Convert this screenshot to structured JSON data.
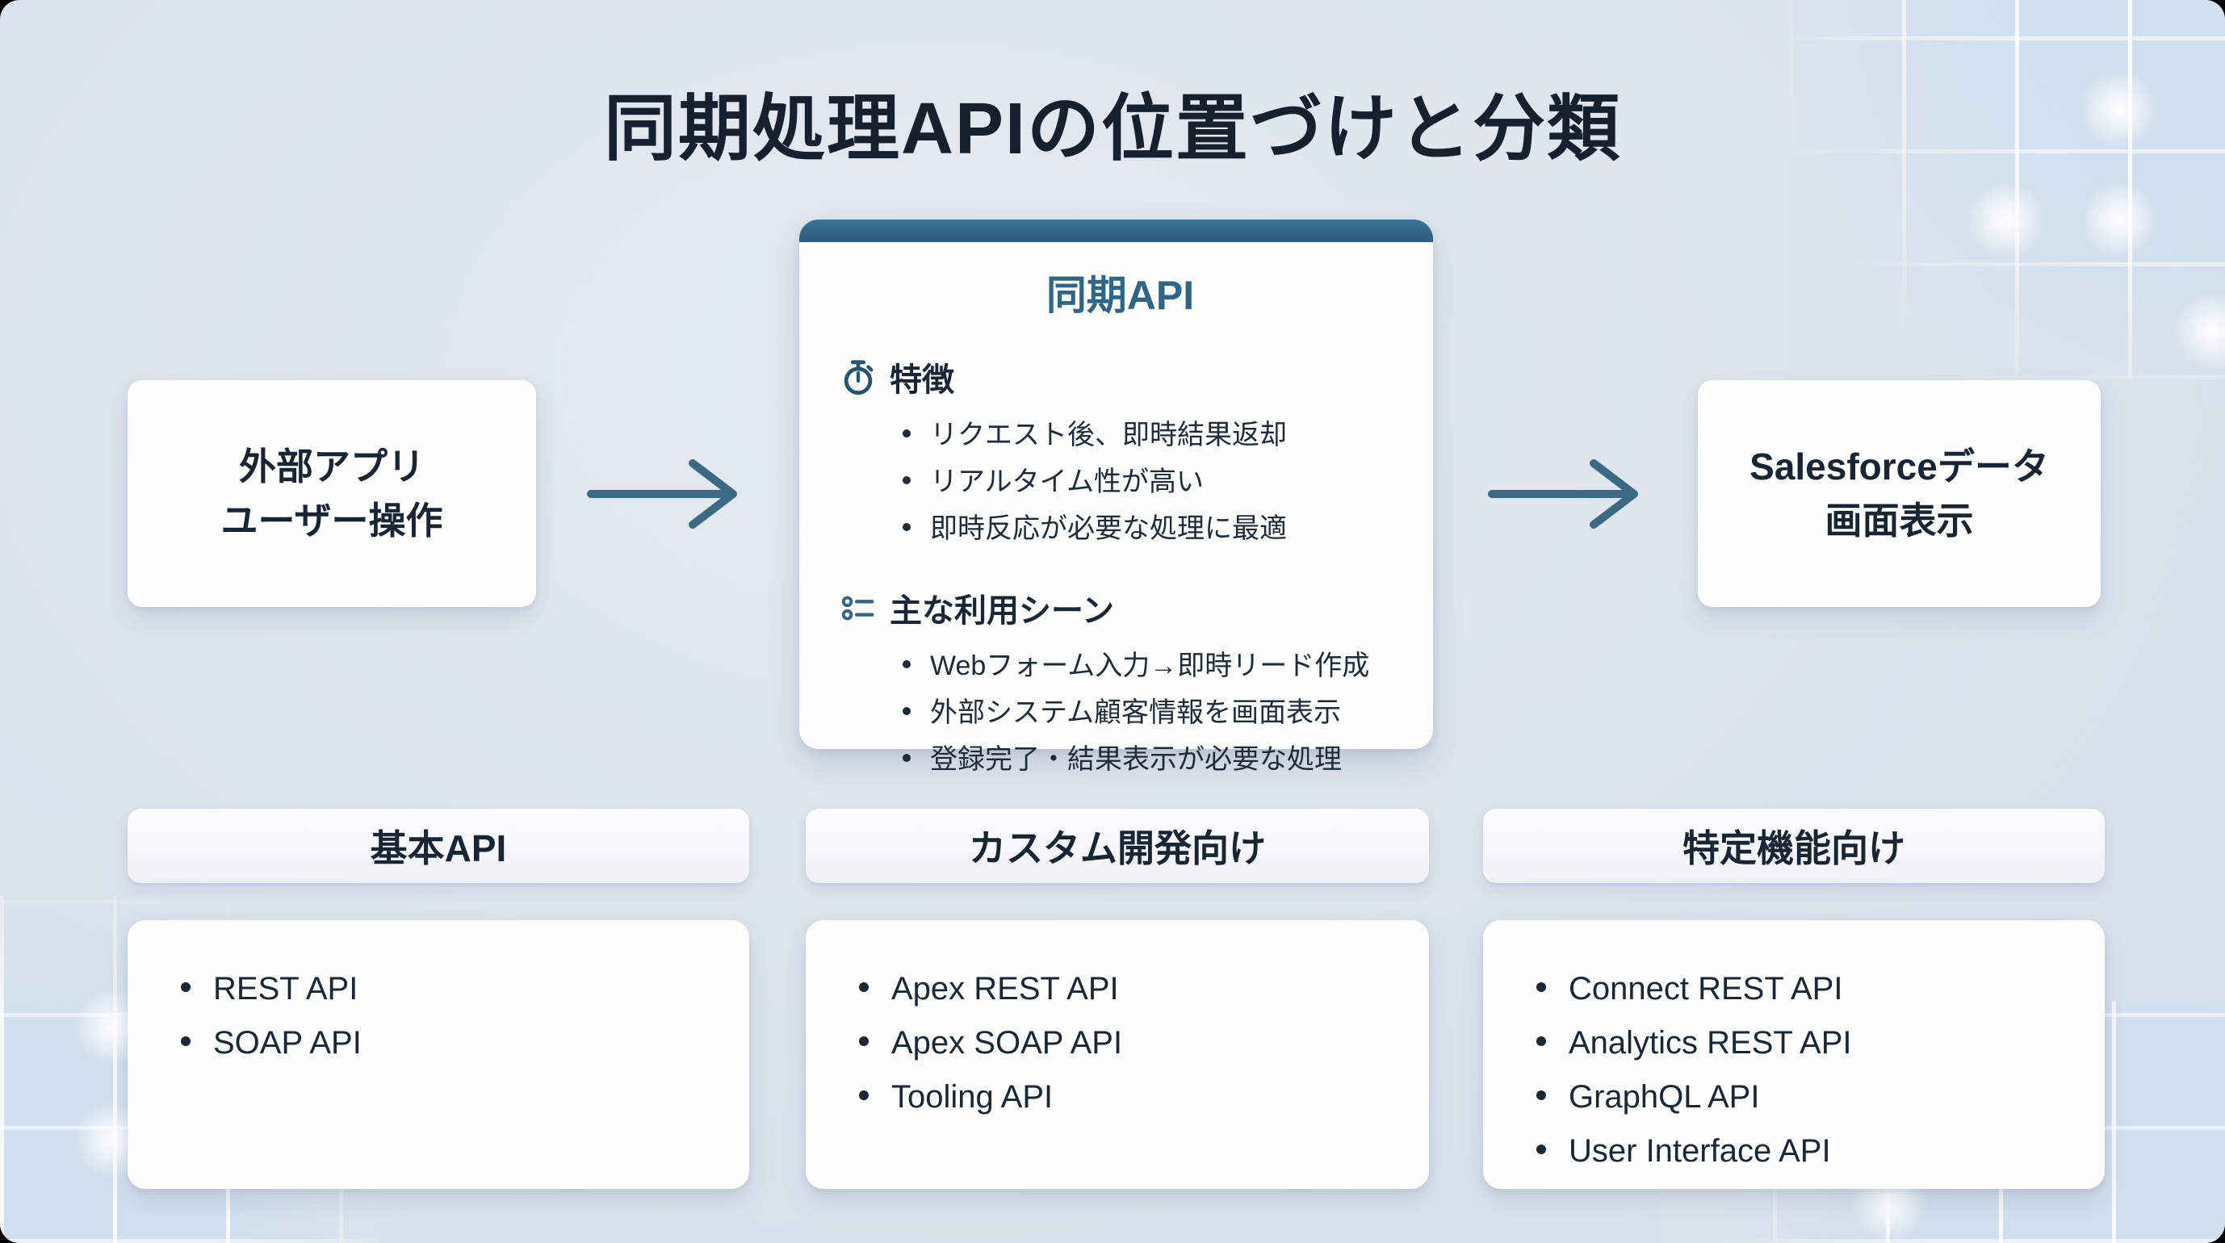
{
  "page": {
    "title": "同期処理APIの位置づけと分類"
  },
  "colors": {
    "background": "#dde3ed",
    "card_white": "#fdfdfb",
    "accent_steel_blue": "#2f6587",
    "header_bar_gradient_top": "#3e7294",
    "header_bar_gradient_bottom": "#2c5d7e",
    "text_dark_navy": "#1a2533",
    "arrow_color": "#3c6a84"
  },
  "flow": {
    "left_node": {
      "label_line1": "外部アプリ",
      "label_line2": "ユーザー操作"
    },
    "arrow_icon": "arrow-right-icon",
    "center_card": {
      "title": "同期API",
      "sections": [
        {
          "icon": "stopwatch-icon",
          "heading": "特徴",
          "bullets": [
            "リクエスト後、即時結果返却",
            "リアルタイム性が高い",
            "即時反応が必要な処理に最適"
          ]
        },
        {
          "icon": "list-icon",
          "heading": "主な利用シーン",
          "bullets": [
            "Webフォーム入力→即時リード作成",
            "外部システム顧客情報を画面表示",
            "登録完了・結果表示が必要な処理"
          ]
        }
      ]
    },
    "right_node": {
      "label_line1": "Salesforceデータ",
      "label_line2": "画面表示"
    }
  },
  "categories": [
    {
      "header": "基本API",
      "items": [
        "REST API",
        "SOAP API"
      ]
    },
    {
      "header": "カスタム開発向け",
      "items": [
        "Apex REST API",
        "Apex SOAP API",
        "Tooling API"
      ]
    },
    {
      "header": "特定機能向け",
      "items": [
        "Connect REST API",
        "Analytics REST API",
        "GraphQL API",
        "User Interface API"
      ]
    }
  ]
}
